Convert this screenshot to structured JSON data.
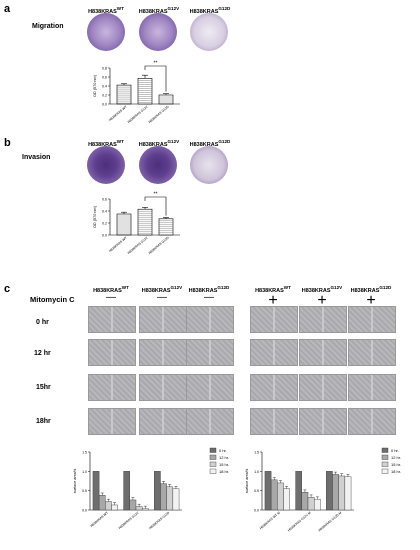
{
  "panel_a": {
    "label": "a",
    "row_label": "Migration",
    "headers": [
      "H838KRAS",
      "H838KRAS",
      "H838KRAS"
    ],
    "header_sup": [
      "WT",
      "G12V",
      "G12D"
    ],
    "significance": "**"
  },
  "panel_b": {
    "label": "b",
    "row_label": "Invasion",
    "headers": [
      "H838KRAS",
      "H838KRAS",
      "H838KRAS"
    ],
    "header_sup": [
      "WT",
      "G12V",
      "G12D"
    ],
    "significance": "**"
  },
  "panel_c": {
    "label": "c",
    "treatment_label": "Mitomycin C",
    "headers": [
      "H838KRAS",
      "H838KRAS",
      "H838KRAS",
      "H838KRAS",
      "H838KRAS",
      "H838KRAS"
    ],
    "header_sup": [
      "WT",
      "G12V",
      "G12D",
      "WT",
      "G12V",
      "G12D"
    ],
    "treatment_marks": [
      "—",
      "—",
      "—",
      "+",
      "+",
      "+"
    ],
    "time_rows": [
      "0 hr",
      "12 hr",
      "15hr",
      "18hr"
    ]
  },
  "chart_data": [
    {
      "type": "bar",
      "categories": [
        "H838KRAS WT",
        "H838KRAS G12V",
        "H838KRAS G12D"
      ],
      "values": [
        0.42,
        0.57,
        0.2
      ],
      "errors": [
        0.03,
        0.07,
        0.03
      ],
      "ylabel": "OD (570 nm)",
      "ylim": [
        0,
        0.8
      ],
      "yticks": [
        "0.0",
        "0.2",
        "0.4",
        "0.6",
        "0.8"
      ],
      "significance": "**"
    },
    {
      "type": "bar",
      "categories": [
        "H838KRAS WT",
        "H838KRAS G12V",
        "H838KRAS G12D"
      ],
      "values": [
        0.35,
        0.43,
        0.27
      ],
      "errors": [
        0.03,
        0.03,
        0.02
      ],
      "ylabel": "OD (570 nm)",
      "ylim": [
        0,
        0.6
      ],
      "yticks": [
        "0.0",
        "0.2",
        "0.4",
        "0.6"
      ],
      "significance": "**"
    },
    {
      "type": "bar",
      "categories": [
        "H838KRAS WT",
        "H838KRAS G12V",
        "H838KRAS G12D"
      ],
      "series": [
        {
          "name": "0 hr.",
          "values": [
            1.0,
            1.0,
            1.0
          ],
          "color": "#6e6e6e"
        },
        {
          "name": "12 hr.",
          "values": [
            0.38,
            0.26,
            0.68
          ],
          "color": "#a8a8a8"
        },
        {
          "name": "15 hr.",
          "values": [
            0.22,
            0.09,
            0.6
          ],
          "color": "#d0d0d0"
        },
        {
          "name": "18 hr.",
          "values": [
            0.13,
            0.04,
            0.55
          ],
          "color": "#f2f2f2"
        }
      ],
      "ylabel": "surface area%",
      "ylim": [
        0,
        1.5
      ],
      "yticks": [
        "0.0",
        "0.5",
        "1.0",
        "1.5"
      ]
    },
    {
      "type": "bar",
      "categories": [
        "H838KRAS WT M",
        "H838KRAS G12V M",
        "H838KRAS G12D M"
      ],
      "series": [
        {
          "name": "0 hr.",
          "values": [
            1.0,
            1.0,
            1.0
          ],
          "color": "#6e6e6e"
        },
        {
          "name": "12 hr.",
          "values": [
            0.78,
            0.46,
            0.92
          ],
          "color": "#a8a8a8"
        },
        {
          "name": "15 hr.",
          "values": [
            0.7,
            0.33,
            0.88
          ],
          "color": "#d0d0d0"
        },
        {
          "name": "18 hr.",
          "values": [
            0.55,
            0.28,
            0.86
          ],
          "color": "#f2f2f2"
        }
      ],
      "ylabel": "surface area%",
      "ylim": [
        0,
        1.5
      ],
      "yticks": [
        "0.0",
        "0.5",
        "1.0",
        "1.5"
      ]
    }
  ]
}
